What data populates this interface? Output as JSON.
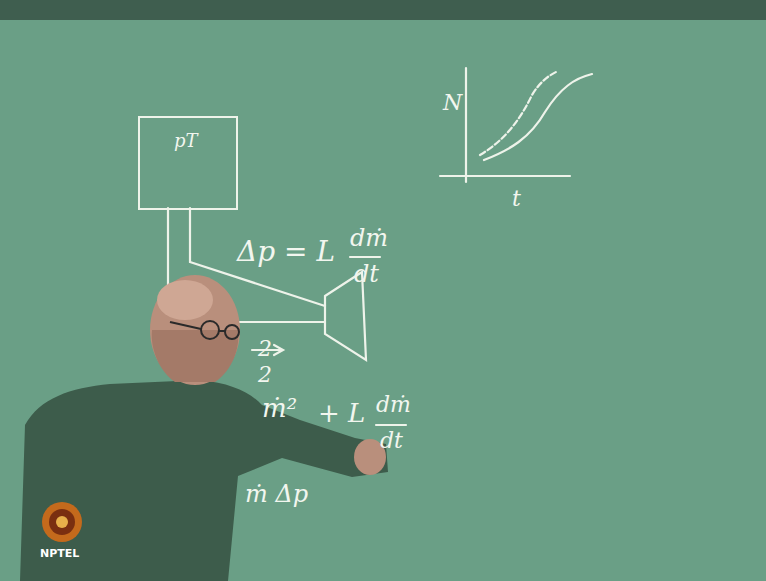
{
  "diagram": {
    "nodes": [
      {
        "text": [
          "pT"
        ]
      }
    ],
    "labels": [
      "Δp = L",
      "dṁ",
      "dt",
      "N",
      "t",
      "2",
      "2",
      "ṁ²",
      "+ L",
      "dṁ",
      "dt",
      "ṁ Δp",
      "NPTEL"
    ]
  }
}
